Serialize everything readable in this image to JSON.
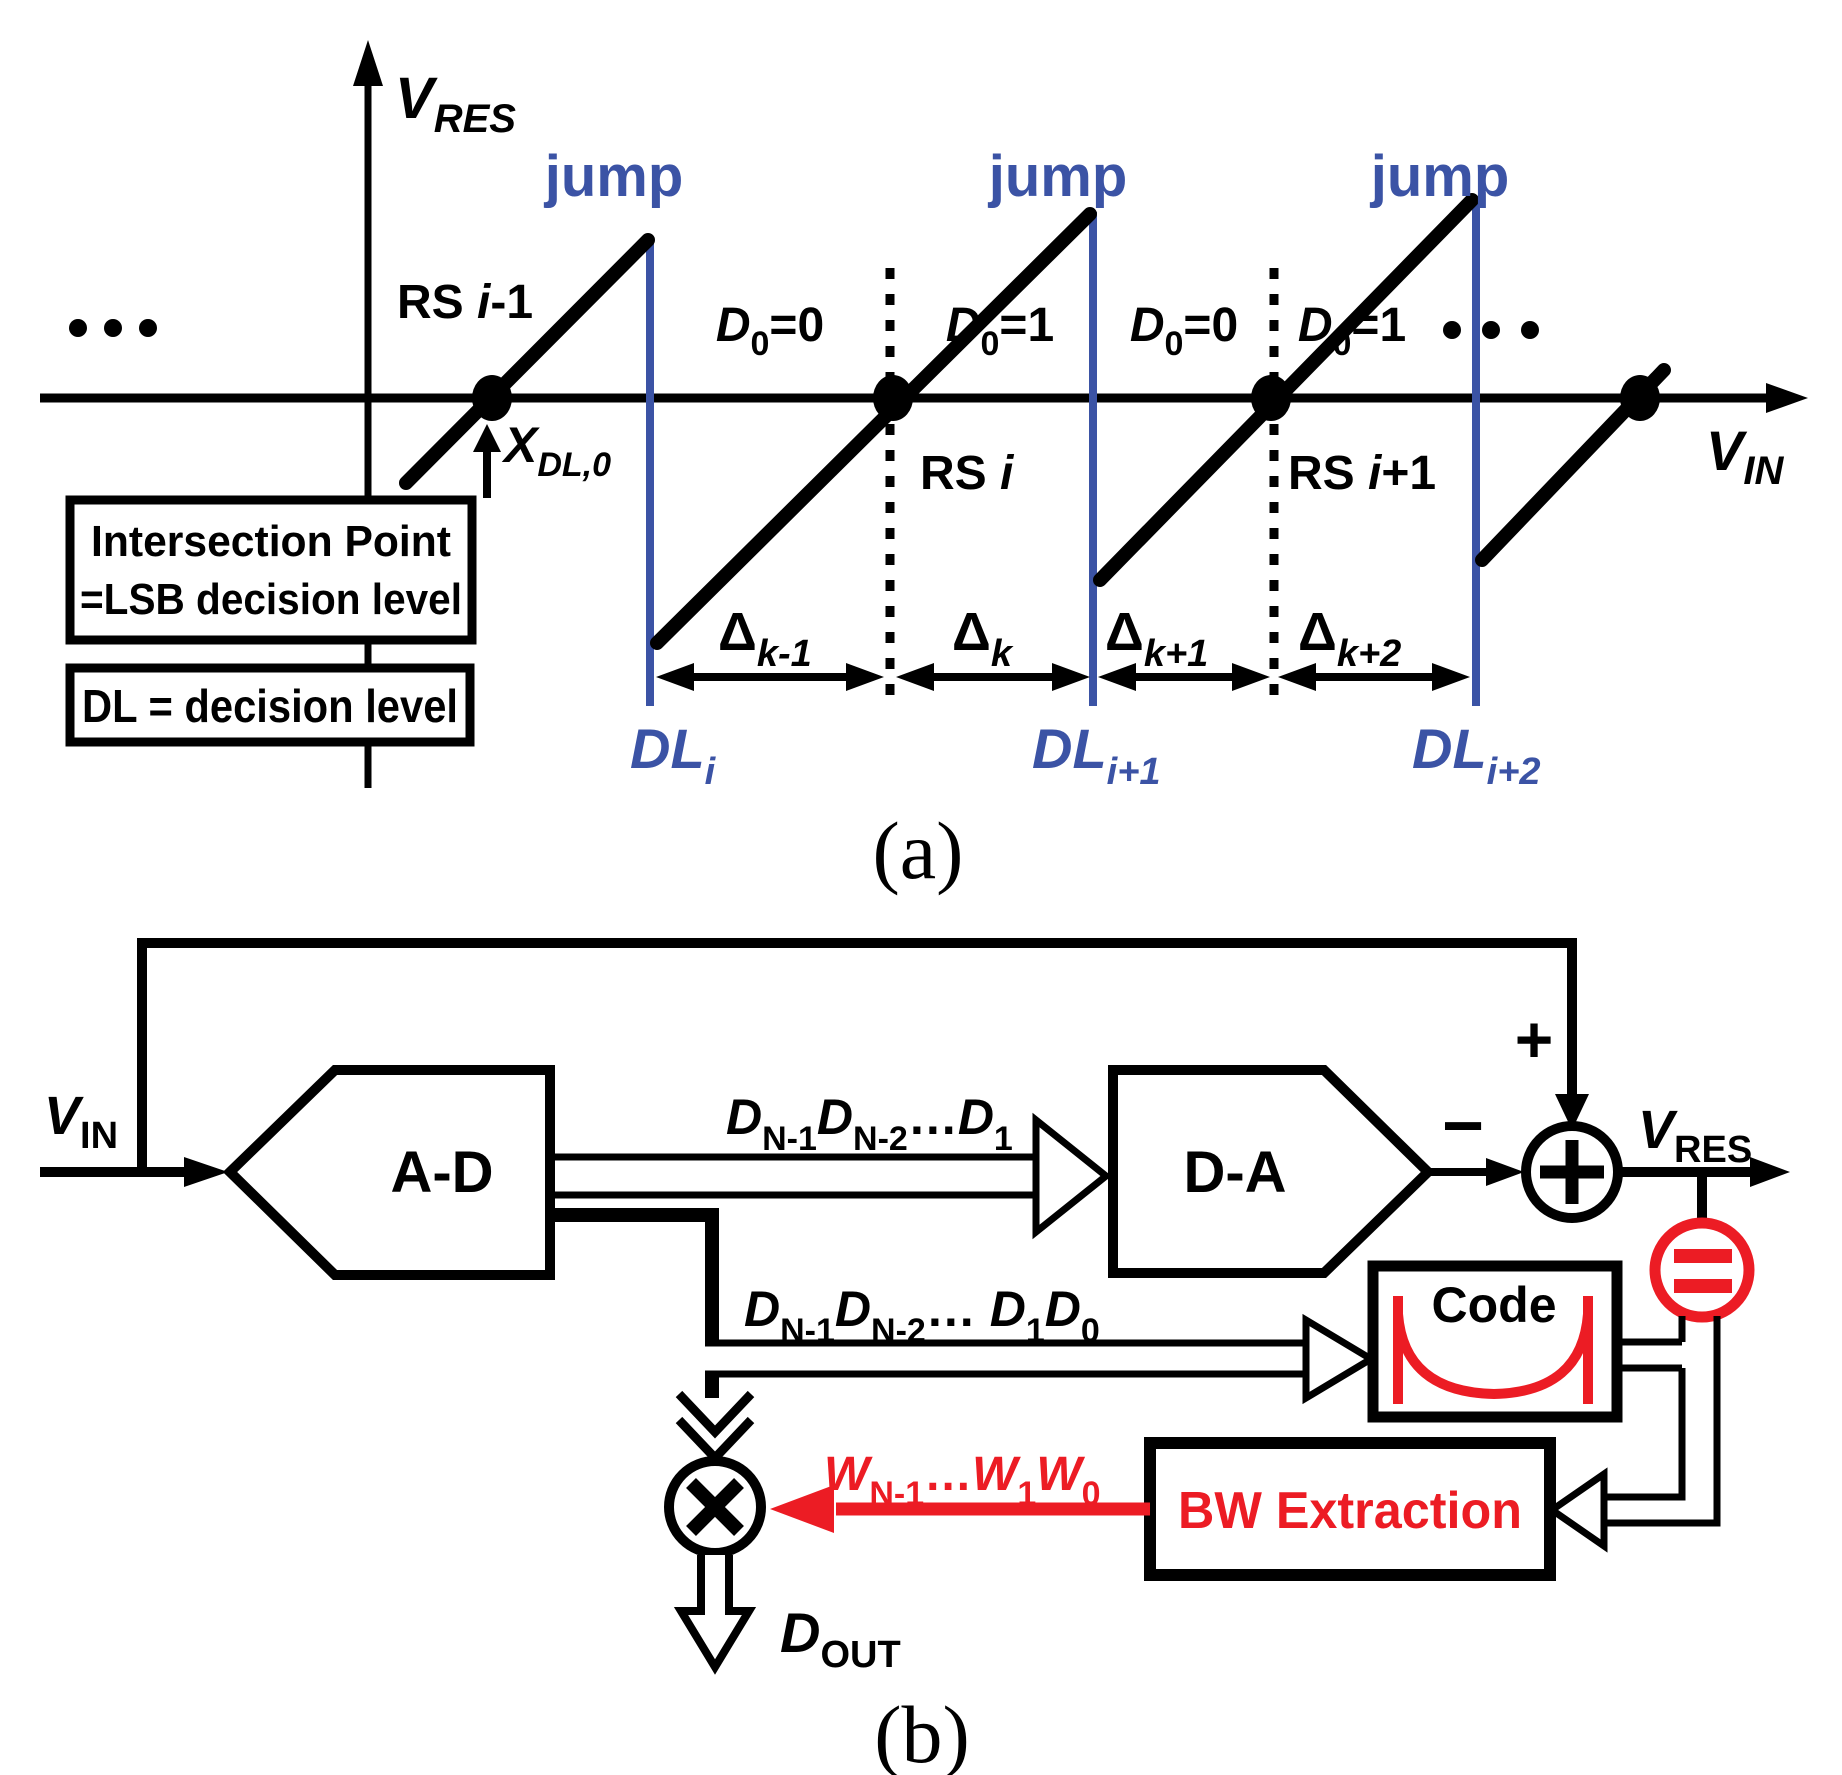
{
  "colors": {
    "accent_blue": "#3b53a5",
    "accent_red": "#ec1c24",
    "line_black": "#000000",
    "background": "#ffffff"
  },
  "panel_a": {
    "caption": "(a)",
    "y_axis_label": {
      "base": "V",
      "sub": "RES"
    },
    "x_axis_label": {
      "base": "V",
      "sub": "IN"
    },
    "jump_labels": [
      "jump",
      "jump",
      "jump"
    ],
    "ramp_labels": [
      {
        "text": "RS ",
        "var": "i",
        "suffix": "-1"
      },
      {
        "text": "RS ",
        "var": "i",
        "suffix": ""
      },
      {
        "text": "RS ",
        "var": "i",
        "suffix": "+1"
      }
    ],
    "bit_labels": [
      {
        "base": "D",
        "sub": "0",
        "value": "=0"
      },
      {
        "base": "D",
        "sub": "0",
        "value": "=1"
      },
      {
        "base": "D",
        "sub": "0",
        "value": "=0"
      },
      {
        "base": "D",
        "sub": "0",
        "value": "=1"
      }
    ],
    "intersection_point_label": {
      "base": "X",
      "sub": "DL,0"
    },
    "note_box_1": {
      "line1": "Intersection Point",
      "line2": "=LSB decision level"
    },
    "note_box_2": {
      "text": "DL = decision level"
    },
    "delta_labels": [
      {
        "base": "Δ",
        "sub": "k-1"
      },
      {
        "base": "Δ",
        "sub": "k"
      },
      {
        "base": "Δ",
        "sub": "k+1"
      },
      {
        "base": "Δ",
        "sub": "k+2"
      }
    ],
    "decision_level_labels": [
      {
        "base": "DL",
        "sub": "i"
      },
      {
        "base": "DL",
        "sub": "i+1"
      },
      {
        "base": "DL",
        "sub": "i+2"
      }
    ]
  },
  "panel_b": {
    "caption": "(b)",
    "input_label": {
      "base": "V",
      "sub": "IN"
    },
    "output_label": {
      "base": "V",
      "sub": "RES"
    },
    "adc_block_label": "A-D",
    "dac_block_label": "D-A",
    "plus_sign": "+",
    "minus_sign": "−",
    "msb_bus_label": {
      "d1": "D",
      "s1": "N-1",
      "d2": "D",
      "s2": "N-2",
      "dots": "…",
      "d3": "D",
      "s3": "1"
    },
    "full_bus_label": {
      "d1": "D",
      "s1": "N-1",
      "d2": "D",
      "s2": "N-2",
      "dots": "… ",
      "d3": "D",
      "s3": "1",
      "d4": "D",
      "s4": "0"
    },
    "code_block_label": "Code",
    "bw_block_label": "BW Extraction",
    "weight_bus_label": {
      "w1": "W",
      "s1": "N-1",
      "dots": "…",
      "w2": "W",
      "s2": "1",
      "w3": "W",
      "s3": "0"
    },
    "output_bits_label": {
      "base": "D",
      "sub": "OUT"
    }
  }
}
